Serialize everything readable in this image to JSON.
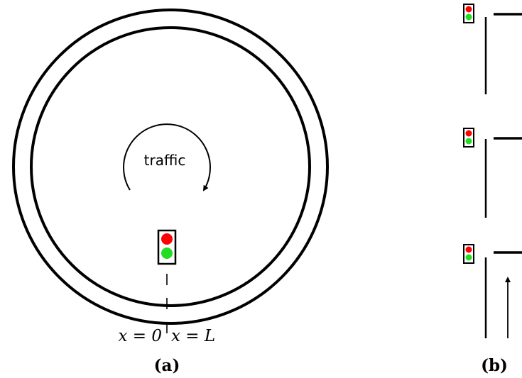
{
  "panel_a": {
    "flow_label": "traffic",
    "left_label": "x = 0",
    "right_label": "x = L",
    "caption": "(a)"
  },
  "panel_b": {
    "caption": "(b)"
  },
  "colors": {
    "stroke": "#000000",
    "light_red": "#ff0000",
    "light_green": "#22dd22",
    "light_housing": "#ffffff"
  },
  "icons": {
    "traffic_light": "traffic-light-icon",
    "flow_arrow": "circular-arrow-icon",
    "direction_arrow": "up-arrow-icon"
  }
}
